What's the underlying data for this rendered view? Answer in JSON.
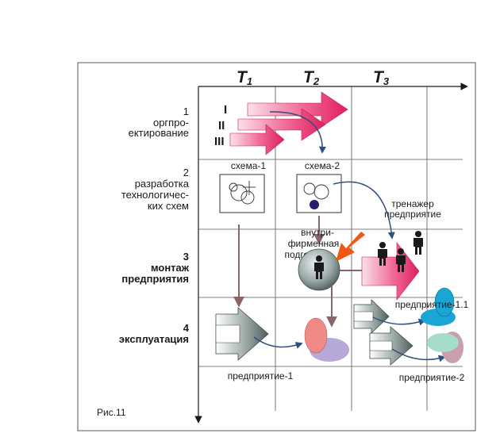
{
  "columns": [
    {
      "main": "T",
      "sub": "1"
    },
    {
      "main": "T",
      "sub": "2"
    },
    {
      "main": "T",
      "sub": "3"
    }
  ],
  "rows": [
    {
      "number": "1",
      "lines": [
        "оргпро-",
        "ектирование"
      ],
      "bold": false
    },
    {
      "number": "2",
      "lines": [
        "разработка",
        "технологичес-",
        "ких схем"
      ],
      "bold": false
    },
    {
      "number": "3",
      "lines": [
        "монтаж",
        "предприятия"
      ],
      "bold": true
    },
    {
      "number": "4",
      "lines": [
        "эксплуатация"
      ],
      "bold": true
    }
  ],
  "roman_levels": [
    "I",
    "II",
    "III"
  ],
  "labels": {
    "scheme1": "схема-1",
    "scheme2": "схема-2",
    "training": [
      "тренажер",
      "предприятие"
    ],
    "inhouse": [
      "внутри-",
      "фирменная",
      "подготовка"
    ],
    "enterprise1": "предприятие-1",
    "enterprise11": "предприятие-1.1",
    "enterprise2": "предприятие-2",
    "figure": "Рис.11"
  },
  "colors": {
    "arrow_pink": "#e8206a",
    "arrow_light": "#fbe1ea",
    "flow_arrow": "#8a6468",
    "blue_arrow": "#2f4f7f",
    "orange_arrow": "#ee5a12",
    "shape_pink": "#f08a86",
    "shape_lavender": "#b6a8d8",
    "shape_cyan": "#1aa6d4",
    "shape_teal": "#a6dccb",
    "shape_mauve": "#c79fae",
    "grey_sphere": "#8c9c9a"
  },
  "icons": [
    "big-pink-arrow-icon",
    "grey-hollow-arrow-icon",
    "person-icon",
    "sphere-icon",
    "scheme-circle-icon"
  ]
}
